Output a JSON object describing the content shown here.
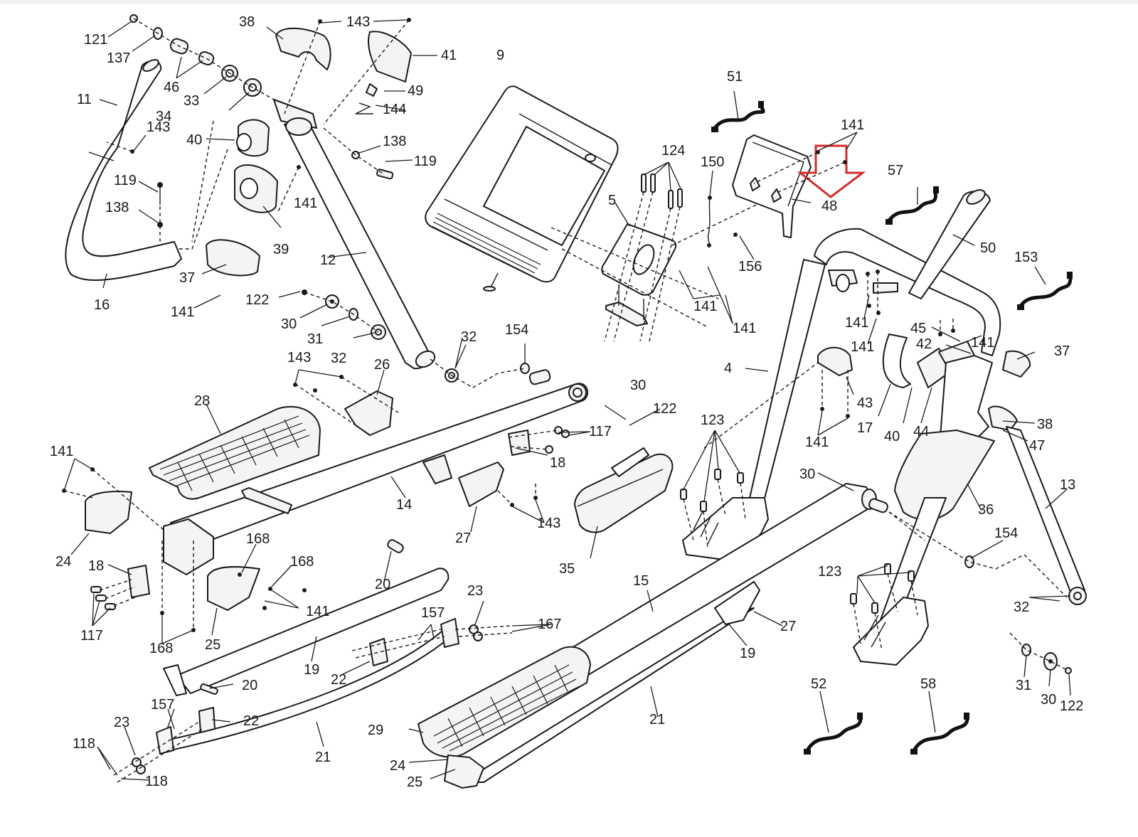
{
  "diagram": {
    "title": "Elliptical exploded parts diagram",
    "highlighted_part": "48",
    "highlight_color": "#d42a2a",
    "line_color": "#1a1a1a",
    "labels": [
      {
        "id": "l121",
        "text": "121"
      },
      {
        "id": "l137",
        "text": "137"
      },
      {
        "id": "l38a",
        "text": "38"
      },
      {
        "id": "l143a",
        "text": "143"
      },
      {
        "id": "l41",
        "text": "41"
      },
      {
        "id": "l9",
        "text": "9"
      },
      {
        "id": "l46",
        "text": "46"
      },
      {
        "id": "l33",
        "text": "33"
      },
      {
        "id": "l11",
        "text": "11"
      },
      {
        "id": "l49",
        "text": "49"
      },
      {
        "id": "l34",
        "text": "34"
      },
      {
        "id": "l144",
        "text": "144"
      },
      {
        "id": "l143b",
        "text": "143"
      },
      {
        "id": "l40a",
        "text": "40"
      },
      {
        "id": "l138a",
        "text": "138"
      },
      {
        "id": "l119a",
        "text": "119"
      },
      {
        "id": "l119b",
        "text": "119"
      },
      {
        "id": "l141a",
        "text": "141"
      },
      {
        "id": "l138b",
        "text": "138"
      },
      {
        "id": "l39",
        "text": "39"
      },
      {
        "id": "l37a",
        "text": "37"
      },
      {
        "id": "l12",
        "text": "12"
      },
      {
        "id": "l16",
        "text": "16"
      },
      {
        "id": "l141b",
        "text": "141"
      },
      {
        "id": "l122a",
        "text": "122"
      },
      {
        "id": "l30a",
        "text": "30"
      },
      {
        "id": "l31a",
        "text": "31"
      },
      {
        "id": "l32a",
        "text": "32"
      },
      {
        "id": "l32b",
        "text": "32"
      },
      {
        "id": "l154a",
        "text": "154"
      },
      {
        "id": "l51",
        "text": "51"
      },
      {
        "id": "l141c",
        "text": "141"
      },
      {
        "id": "l124",
        "text": "124"
      },
      {
        "id": "l150",
        "text": "150"
      },
      {
        "id": "l57",
        "text": "57"
      },
      {
        "id": "l5",
        "text": "5"
      },
      {
        "id": "l48",
        "text": "48"
      },
      {
        "id": "l156",
        "text": "156"
      },
      {
        "id": "l50",
        "text": "50"
      },
      {
        "id": "l153",
        "text": "153"
      },
      {
        "id": "l141d",
        "text": "141"
      },
      {
        "id": "l141e",
        "text": "141"
      },
      {
        "id": "l141f",
        "text": "141"
      },
      {
        "id": "l141g",
        "text": "141"
      },
      {
        "id": "l45",
        "text": "45"
      },
      {
        "id": "l141h",
        "text": "141"
      },
      {
        "id": "l42",
        "text": "42"
      },
      {
        "id": "l37b",
        "text": "37"
      },
      {
        "id": "l4",
        "text": "4"
      },
      {
        "id": "l43a",
        "text": "43"
      },
      {
        "id": "l17",
        "text": "17"
      },
      {
        "id": "l40b",
        "text": "40"
      },
      {
        "id": "l44",
        "text": "44"
      },
      {
        "id": "l38b",
        "text": "38"
      },
      {
        "id": "l47",
        "text": "47"
      },
      {
        "id": "l141i",
        "text": "141"
      },
      {
        "id": "l143c",
        "text": "143"
      },
      {
        "id": "l26",
        "text": "26"
      },
      {
        "id": "l30b",
        "text": "30"
      },
      {
        "id": "l122b",
        "text": "122"
      },
      {
        "id": "l28",
        "text": "28"
      },
      {
        "id": "l117a",
        "text": "117"
      },
      {
        "id": "l18a",
        "text": "18"
      },
      {
        "id": "l141j",
        "text": "141"
      },
      {
        "id": "l123a",
        "text": "123"
      },
      {
        "id": "l14",
        "text": "14"
      },
      {
        "id": "l143d",
        "text": "143"
      },
      {
        "id": "l27a",
        "text": "27"
      },
      {
        "id": "l35",
        "text": "35"
      },
      {
        "id": "l30c",
        "text": "30"
      },
      {
        "id": "l36",
        "text": "36"
      },
      {
        "id": "l13",
        "text": "13"
      },
      {
        "id": "l24a",
        "text": "24"
      },
      {
        "id": "l18b",
        "text": "18"
      },
      {
        "id": "l168a",
        "text": "168"
      },
      {
        "id": "l168b",
        "text": "168"
      },
      {
        "id": "l20a",
        "text": "20"
      },
      {
        "id": "l154b",
        "text": "154"
      },
      {
        "id": "l141k",
        "text": "141"
      },
      {
        "id": "l117b",
        "text": "117"
      },
      {
        "id": "l25a",
        "text": "25"
      },
      {
        "id": "l168c",
        "text": "168"
      },
      {
        "id": "l23a",
        "text": "23"
      },
      {
        "id": "l157a",
        "text": "157"
      },
      {
        "id": "l167",
        "text": "167"
      },
      {
        "id": "l15",
        "text": "15"
      },
      {
        "id": "l27b",
        "text": "27"
      },
      {
        "id": "l123b",
        "text": "123"
      },
      {
        "id": "l32c",
        "text": "32"
      },
      {
        "id": "l19a",
        "text": "19"
      },
      {
        "id": "l19b",
        "text": "19"
      },
      {
        "id": "l22a",
        "text": "22"
      },
      {
        "id": "l20b",
        "text": "20"
      },
      {
        "id": "l52",
        "text": "52"
      },
      {
        "id": "l58",
        "text": "58"
      },
      {
        "id": "l31b",
        "text": "31"
      },
      {
        "id": "l30d",
        "text": "30"
      },
      {
        "id": "l122c",
        "text": "122"
      },
      {
        "id": "l21a",
        "text": "21"
      },
      {
        "id": "l21b",
        "text": "21"
      },
      {
        "id": "l157b",
        "text": "157"
      },
      {
        "id": "l22b",
        "text": "22"
      },
      {
        "id": "l23b",
        "text": "23"
      },
      {
        "id": "l29",
        "text": "29"
      },
      {
        "id": "l118a",
        "text": "118"
      },
      {
        "id": "l24b",
        "text": "24"
      },
      {
        "id": "l118b",
        "text": "118"
      },
      {
        "id": "l25b",
        "text": "25"
      }
    ]
  }
}
